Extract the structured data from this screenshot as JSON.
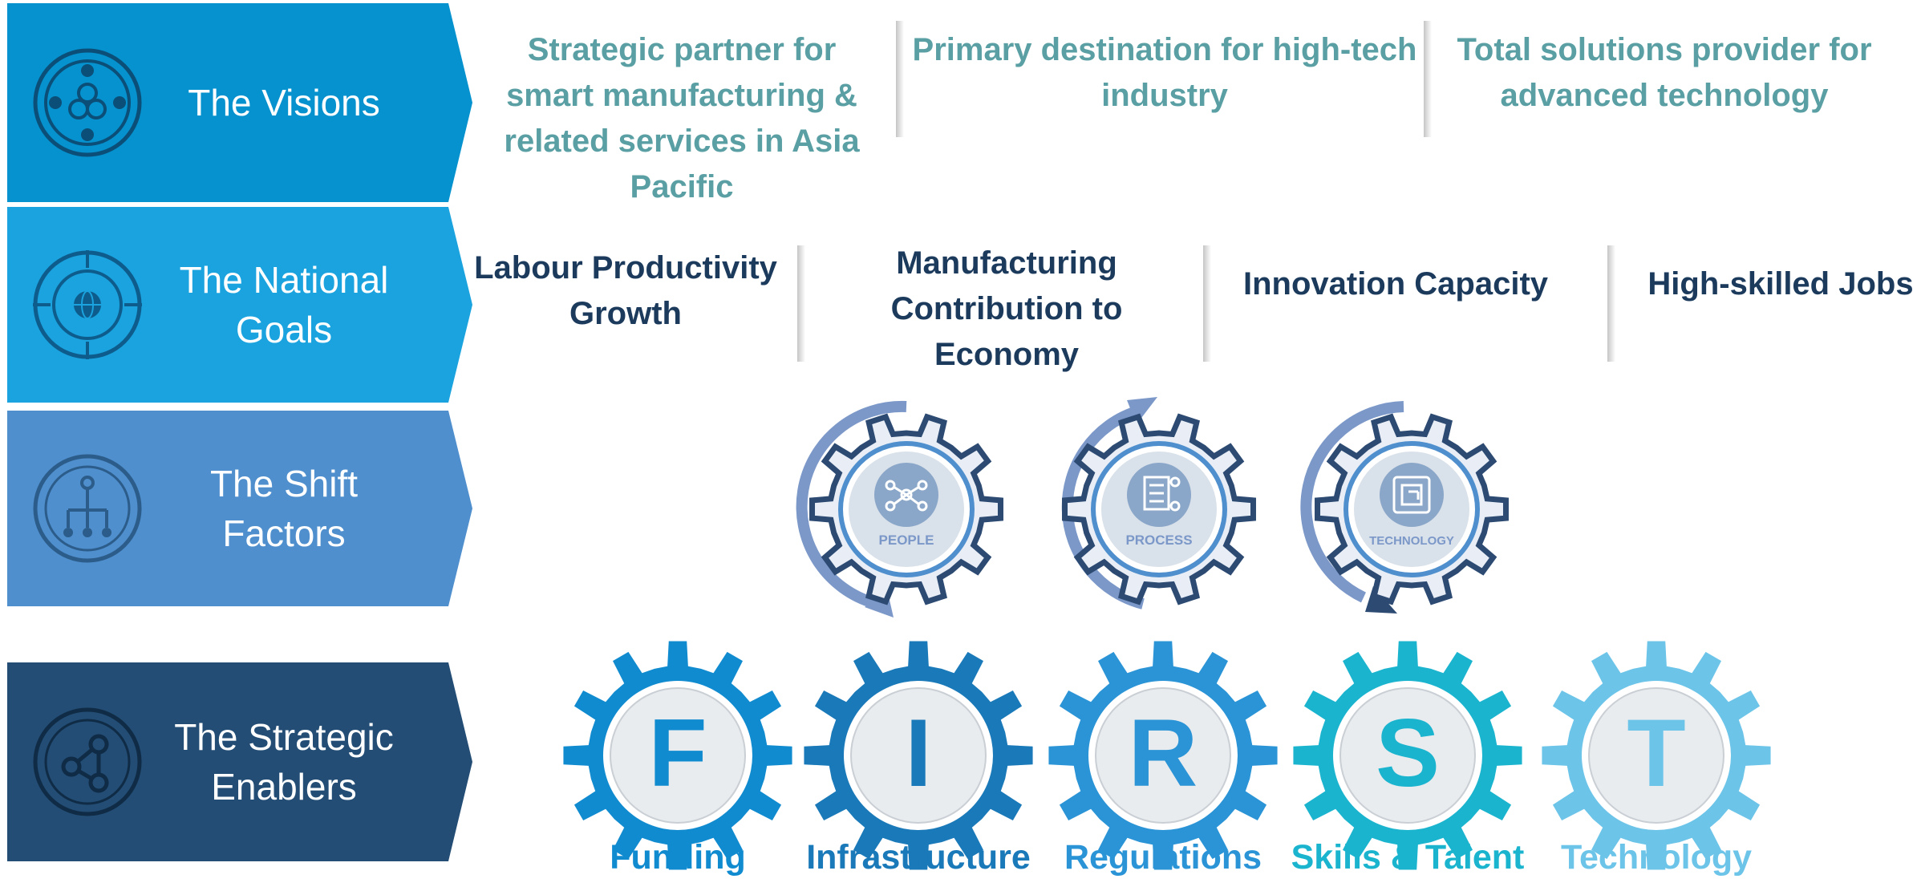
{
  "rows": [
    {
      "label_lines": [
        "The Visions"
      ],
      "color": "#0592cf",
      "icon": "trefoil-icon"
    },
    {
      "label_lines": [
        "The National",
        "Goals"
      ],
      "color": "#1aa3df",
      "icon": "globe-icon"
    },
    {
      "label_lines": [
        "The Shift",
        "Factors"
      ],
      "color": "#4f8fcd",
      "icon": "hierarchy-icon"
    },
    {
      "label_lines": [
        "The Strategic",
        "Enablers"
      ],
      "color": "#234d74",
      "icon": "network-icon"
    }
  ],
  "visions": [
    {
      "lines": [
        "Strategic partner for",
        "smart manufacturing &",
        "related services in Asia",
        "Pacific"
      ]
    },
    {
      "lines": [
        "Primary destination for high-tech",
        "industry"
      ]
    },
    {
      "lines": [
        "Total solutions provider for",
        "advanced technology"
      ]
    }
  ],
  "goals": [
    {
      "lines": [
        "Labour Productivity",
        "Growth"
      ]
    },
    {
      "lines": [
        "Manufacturing",
        "Contribution to",
        "Economy"
      ]
    },
    {
      "lines": [
        "Innovation Capacity"
      ]
    },
    {
      "lines": [
        "High-skilled Jobs"
      ]
    }
  ],
  "shift_factors": [
    {
      "label": "PEOPLE",
      "icon": "people-network-icon"
    },
    {
      "label": "PROCESS",
      "icon": "process-document-icon"
    },
    {
      "label": "TECHNOLOGY",
      "icon": "chip-icon"
    }
  ],
  "enablers": [
    {
      "letter": "F",
      "word": "Funding",
      "color": "#118bd0"
    },
    {
      "letter": "I",
      "word": "Infrastructure",
      "color": "#1a79b8"
    },
    {
      "letter": "R",
      "word": "Regulations",
      "color": "#2a94d6"
    },
    {
      "letter": "S",
      "word": "Skills & Talent",
      "color": "#1bb4cf"
    },
    {
      "letter": "T",
      "word": "Technology",
      "color": "#6cc4e9"
    }
  ]
}
